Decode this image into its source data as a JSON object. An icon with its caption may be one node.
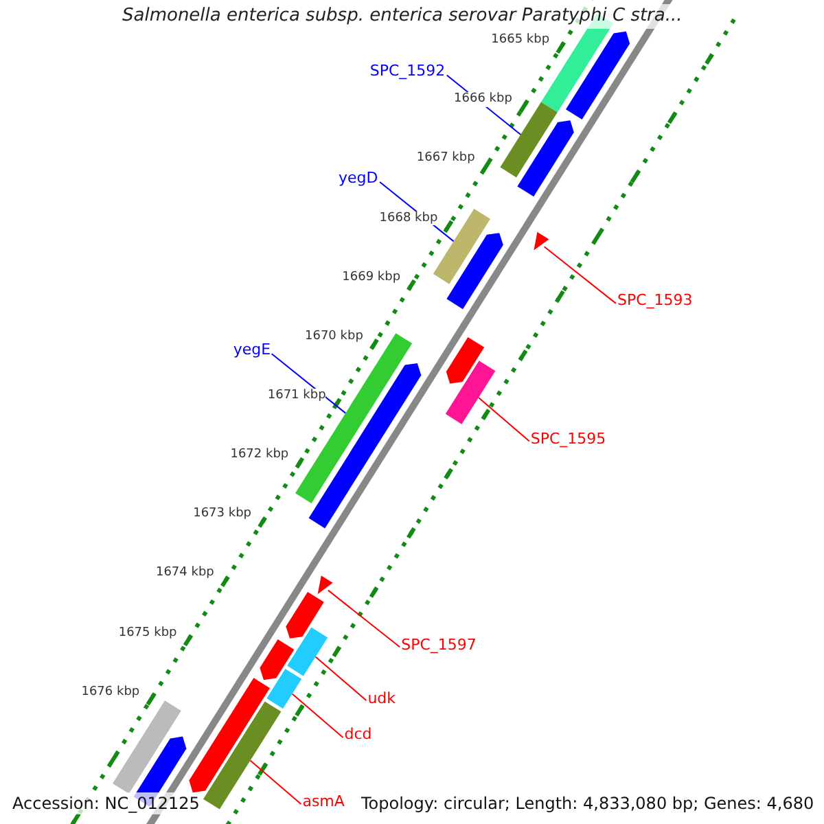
{
  "diagram": {
    "title": "Salmonella enterica subsp. enterica serovar Paratyphi C stra...",
    "nodes": [
      {
        "text": [],
        "shape": "bar"
      },
      {
        "text": [],
        "shape": "arrow"
      },
      {
        "text": [
          "SPC_1592"
        ]
      },
      {
        "text": [],
        "shape": "bar"
      },
      {
        "text": [],
        "shape": "arrow"
      },
      {
        "text": [
          "yegD"
        ]
      },
      {
        "text": [],
        "shape": "bar"
      },
      {
        "text": [
          "SPC_1593"
        ]
      },
      {
        "text": [],
        "shape": "triangle"
      },
      {
        "text": [],
        "shape": "arrow"
      },
      {
        "text": [],
        "shape": "arrow"
      },
      {
        "text": [
          "SPC_1595"
        ]
      },
      {
        "text": [],
        "shape": "bar"
      },
      {
        "text": [
          "yegE"
        ]
      },
      {
        "text": [],
        "shape": "bar"
      },
      {
        "text": [],
        "shape": "arrow"
      },
      {
        "text": [
          "SPC_1597"
        ]
      },
      {
        "text": [],
        "shape": "triangle"
      },
      {
        "text": [],
        "shape": "arrow"
      },
      {
        "text": [
          "udk"
        ]
      },
      {
        "text": [],
        "shape": "bar"
      },
      {
        "text": [],
        "shape": "arrow"
      },
      {
        "text": [
          "dcd"
        ]
      },
      {
        "text": [],
        "shape": "bar"
      },
      {
        "text": [],
        "shape": "arrow"
      },
      {
        "text": [
          "asmA"
        ]
      },
      {
        "text": [],
        "shape": "bar"
      },
      {
        "text": [],
        "shape": "bar"
      },
      {
        "text": [],
        "shape": "arrow"
      }
    ],
    "edges": [
      {
        "from": 2,
        "to": 3,
        "arrow": "none",
        "color": "#0000ff"
      },
      {
        "from": 5,
        "to": 6,
        "arrow": "none",
        "color": "#0000ff"
      },
      {
        "from": 7,
        "to": 8,
        "arrow": "none"
      },
      {
        "from": 11,
        "to": 12,
        "arrow": "none"
      },
      {
        "from": 13,
        "to": 14,
        "arrow": "none",
        "color": "#0000ff"
      },
      {
        "from": 16,
        "to": 17,
        "arrow": "none"
      },
      {
        "from": 19,
        "to": 20,
        "arrow": "none"
      },
      {
        "from": 22,
        "to": 23,
        "arrow": "none"
      },
      {
        "from": 25,
        "to": 26,
        "arrow": "none"
      }
    ],
    "labels": [
      "1665 kbp",
      "1666 kbp",
      "1667 kbp",
      "1668 kbp",
      "1669 kbp",
      "1670 kbp",
      "1671 kbp",
      "1672 kbp",
      "1673 kbp",
      "1674 kbp",
      "1675 kbp",
      "1676 kbp",
      "Accession: NC_012125",
      "Topology: circular; Length: 4,833,080 bp; Genes: 4,680"
    ]
  }
}
